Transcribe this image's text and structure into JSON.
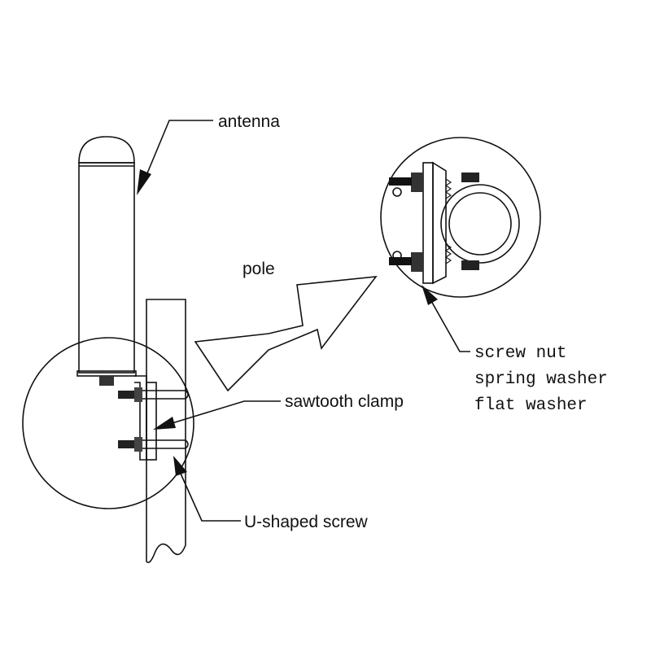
{
  "labels": {
    "antenna": "antenna",
    "pole": "pole",
    "sawtooth_clamp": "sawtooth clamp",
    "u_shaped_screw": "U-shaped screw",
    "detail": [
      "screw nut",
      "spring washer",
      "flat washer"
    ]
  },
  "colors": {
    "line": "#111111",
    "background": "#ffffff"
  }
}
